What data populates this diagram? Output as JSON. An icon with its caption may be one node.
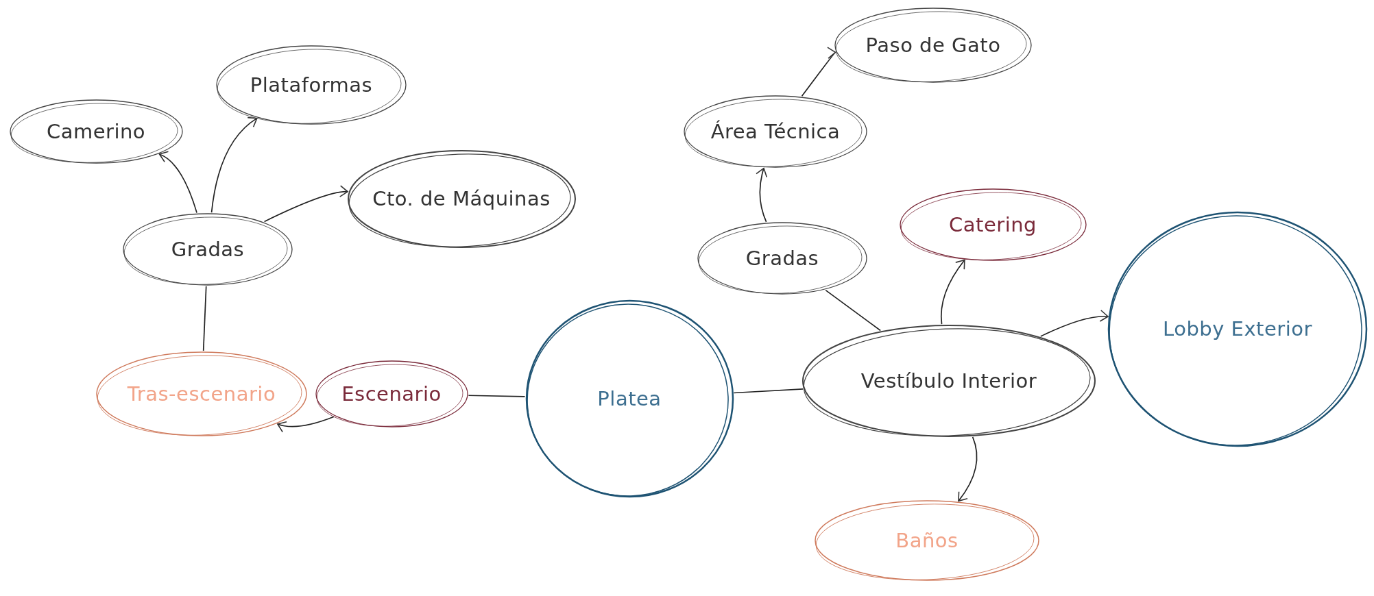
{
  "diagram": {
    "nodes": [
      {
        "text": [
          "Camerino"
        ]
      },
      {
        "text": [
          "Plataformas"
        ]
      },
      {
        "text": [
          "Cto. de Máquinas"
        ]
      },
      {
        "text": [
          "Gradas"
        ]
      },
      {
        "text": [
          "Tras-escenario"
        ]
      },
      {
        "text": [
          "Escenario"
        ]
      },
      {
        "text": [
          "Platea"
        ]
      },
      {
        "text": [
          "Paso de Gato"
        ]
      },
      {
        "text": [
          "Área Técnica"
        ]
      },
      {
        "text": [
          "Gradas"
        ]
      },
      {
        "text": [
          "Catering"
        ]
      },
      {
        "text": [
          "Vestíbulo Interior"
        ]
      },
      {
        "text": [
          "Lobby Exterior"
        ]
      },
      {
        "text": [
          "Baños"
        ]
      }
    ],
    "edges": [
      {
        "from": 3,
        "to": 0,
        "arrow": "to"
      },
      {
        "from": 3,
        "to": 1,
        "arrow": "to"
      },
      {
        "from": 3,
        "to": 2,
        "arrow": "to"
      },
      {
        "from": 3,
        "to": 4,
        "arrow": "none"
      },
      {
        "from": 5,
        "to": 4,
        "arrow": "to"
      },
      {
        "from": 5,
        "to": 6,
        "arrow": "none"
      },
      {
        "from": 6,
        "to": 11,
        "arrow": "none"
      },
      {
        "from": 9,
        "to": 11,
        "arrow": "none"
      },
      {
        "from": 9,
        "to": 8,
        "arrow": "to"
      },
      {
        "from": 8,
        "to": 7,
        "arrow": "to"
      },
      {
        "from": 11,
        "to": 10,
        "arrow": "to"
      },
      {
        "from": 11,
        "to": 12,
        "arrow": "to"
      },
      {
        "from": 11,
        "to": 13,
        "arrow": "to"
      }
    ]
  }
}
